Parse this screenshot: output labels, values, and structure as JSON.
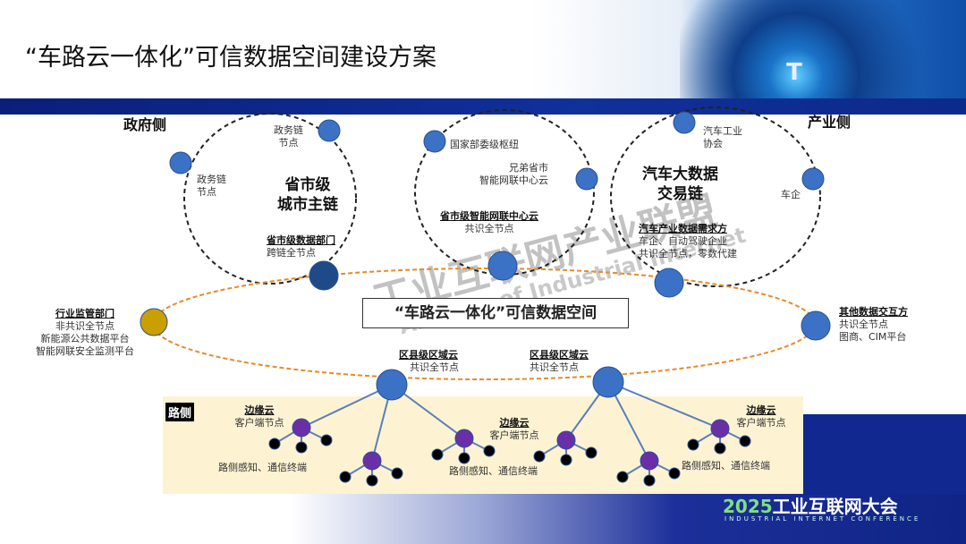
{
  "title": "“车路云一体化”可信数据空间建设方案",
  "sides": {
    "gov": "政府侧",
    "industry": "产业侧",
    "road": "路侧"
  },
  "left_chain": {
    "title1": "省市级",
    "title2": "城市主链",
    "node_a1": "政务链",
    "node_a2": "节点",
    "node_b1": "政务链",
    "node_b2": "节点",
    "dept_title": "省市级数据部门",
    "dept_sub": "跨链全节点"
  },
  "mid_chain": {
    "hub": "国家部委级枢纽",
    "peer1": "兄弟省市",
    "peer2": "智能网联中心云",
    "center_title": "省市级智能网联中心云",
    "center_sub": "共识全节点"
  },
  "right_chain": {
    "title1": "汽车大数据",
    "title2": "交易链",
    "assoc1": "汽车工业",
    "assoc2": "协会",
    "oem": "车企",
    "demand_title": "汽车产业数据需求方",
    "demand_l1": "车企、自动驾驶企业",
    "demand_l2": "共识全节点，零数代建"
  },
  "regulator": {
    "title": "行业监管部门",
    "l1": "非共识全节点",
    "l2": "新能源公共数据平台",
    "l3": "智能网联安全监测平台"
  },
  "other": {
    "title": "其他数据交互方",
    "l1": "共识全节点",
    "l2": "图商、CIM平台"
  },
  "space_label": "“车路云一体化”可信数据空间",
  "district": [
    {
      "title": "区县级区域云",
      "sub": "共识全节点"
    },
    {
      "title": "区县级区域云",
      "sub": "共识全节点"
    }
  ],
  "edge": [
    {
      "title": "边缘云",
      "sub": "客户端节点"
    },
    {
      "title": "边缘云",
      "sub": "客户端节点"
    },
    {
      "title": "边缘云",
      "sub": "客户端节点"
    }
  ],
  "terminals": [
    "路侧感知、通信终端",
    "路侧感知、通信终端",
    "路侧感知、通信终端"
  ],
  "conference": {
    "year": "2025",
    "name": "工业互联网大会",
    "en": "INDUSTRIAL INTERNET CONFERENCE"
  },
  "watermark": {
    "cn": "工业互联网产业联盟",
    "en": "Alliance of Industrial Internet"
  },
  "colors": {
    "node": "#3b72c6",
    "dark_node": "#1f4a8a",
    "gold": "#c9a000",
    "purple": "#6a2fa8",
    "orange": "#e88a2a"
  }
}
